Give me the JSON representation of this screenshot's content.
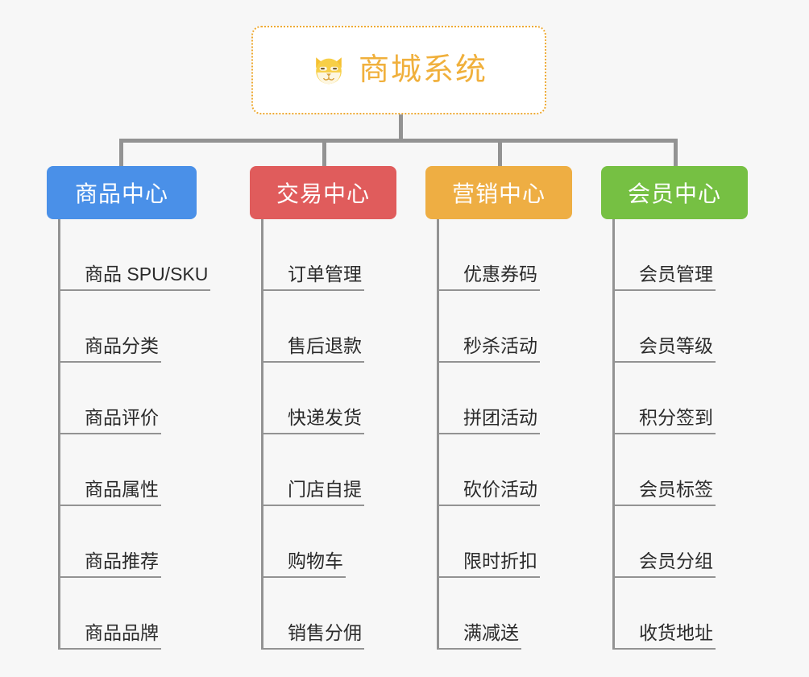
{
  "background_color": "#f7f7f7",
  "root": {
    "title": "商城系统",
    "icon": "shiba-dog-face-icon",
    "text_color": "#f0b03c",
    "border_color": "#eeaa33",
    "background": "#ffffff"
  },
  "connector_color": "#939393",
  "categories": [
    {
      "label": "商品中心",
      "color": "#4a90e8",
      "items": [
        "商品 SPU/SKU",
        "商品分类",
        "商品评价",
        "商品属性",
        "商品推荐",
        "商品品牌"
      ]
    },
    {
      "label": "交易中心",
      "color": "#e05c5c",
      "items": [
        "订单管理",
        "售后退款",
        "快递发货",
        "门店自提",
        "购物车",
        "销售分佣"
      ]
    },
    {
      "label": "营销中心",
      "color": "#eeae43",
      "items": [
        "优惠券码",
        "秒杀活动",
        "拼团活动",
        "砍价活动",
        "限时折扣",
        "满减送"
      ]
    },
    {
      "label": "会员中心",
      "color": "#76c043",
      "items": [
        "会员管理",
        "会员等级",
        "积分签到",
        "会员标签",
        "会员分组",
        "收货地址"
      ]
    }
  ]
}
